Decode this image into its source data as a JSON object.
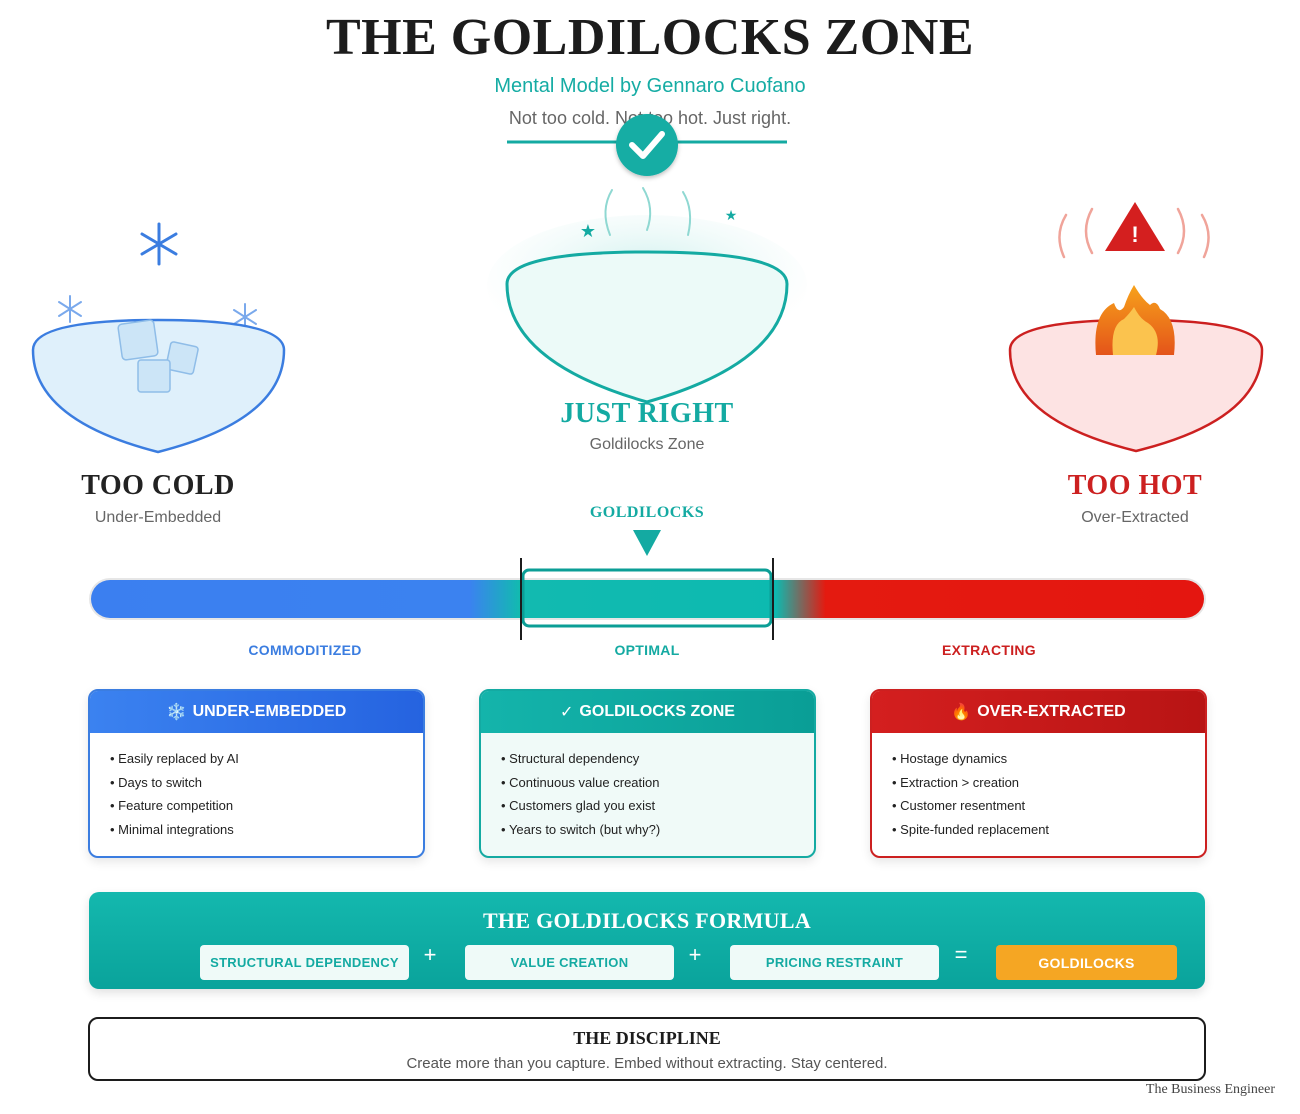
{
  "header": {
    "title": "THE GOLDILOCKS ZONE",
    "subtitle": "Mental Model by Gennaro Cuofano",
    "tagline": "Not too cold. Not too hot. Just right."
  },
  "bowls": {
    "cold": {
      "title": "TOO COLD",
      "subtitle": "Under-Embedded",
      "color": "#3b7de0"
    },
    "right": {
      "title": "JUST RIGHT",
      "subtitle": "Goldilocks Zone",
      "color": "#14aaa2"
    },
    "hot": {
      "title": "TOO HOT",
      "subtitle": "Over-Extracted",
      "color": "#cc2020"
    }
  },
  "scale": {
    "marker": "GOLDILOCKS",
    "left_label": "COMMODITIZED",
    "center_label": "OPTIMAL",
    "right_label": "EXTRACTING"
  },
  "cards": [
    {
      "icon": "snowflake-icon",
      "icon_glyph": "❄️",
      "title": "UNDER-EMBEDDED",
      "color": "#3b7de0",
      "items": [
        "Easily replaced by AI",
        "Days to switch",
        "Feature competition",
        "Minimal integrations"
      ]
    },
    {
      "icon": "check-icon",
      "icon_glyph": "✓",
      "title": "GOLDILOCKS ZONE",
      "color": "#14aaa2",
      "items": [
        "Structural dependency",
        "Continuous value creation",
        "Customers glad you exist",
        "Years to switch (but why?)"
      ]
    },
    {
      "icon": "fire-icon",
      "icon_glyph": "🔥",
      "title": "OVER-EXTRACTED",
      "color": "#cc2020",
      "items": [
        "Hostage dynamics",
        "Extraction > creation",
        "Customer resentment",
        "Spite-funded replacement"
      ]
    }
  ],
  "formula": {
    "title": "THE GOLDILOCKS FORMULA",
    "terms": [
      "STRUCTURAL DEPENDENCY",
      "VALUE CREATION",
      "PRICING RESTRAINT"
    ],
    "plus": "+",
    "equals": "=",
    "result": "GOLDILOCKS"
  },
  "discipline": {
    "title": "THE DISCIPLINE",
    "text": "Create more than you capture. Embed without extracting. Stay centered."
  },
  "credit": "The Business Engineer"
}
